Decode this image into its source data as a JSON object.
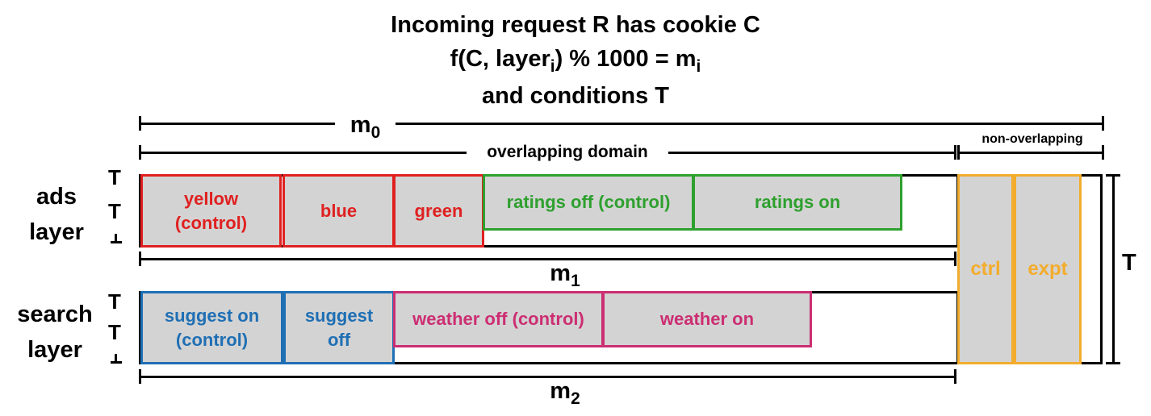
{
  "title": {
    "line1": "Incoming request R has cookie C",
    "line2_main": "f(C, layer",
    "line2_sub": "i",
    "line2_rest": ") % 1000 = m",
    "line2_sub2": "i",
    "line3": "and conditions T"
  },
  "spans": {
    "m0": {
      "base": "m",
      "sub": "0"
    },
    "m1": {
      "base": "m",
      "sub": "1"
    },
    "m2": {
      "base": "m",
      "sub": "2"
    },
    "overlapping": "overlapping domain",
    "non_overlapping": "non-overlapping",
    "t_right": "T"
  },
  "layers": {
    "ads": {
      "line1": "ads",
      "line2": "layer"
    },
    "search": {
      "line1": "search",
      "line2": "layer"
    }
  },
  "t_marks": [
    "T",
    "T",
    "T",
    "T"
  ],
  "ads_boxes": [
    {
      "label": "yellow\n(control)",
      "color": "#e02020"
    },
    {
      "label": "blue",
      "color": "#e02020"
    },
    {
      "label": "green",
      "color": "#e02020"
    },
    {
      "label": "ratings off (control)",
      "color": "#2ea02e"
    },
    {
      "label": "ratings on",
      "color": "#2ea02e"
    }
  ],
  "search_boxes": [
    {
      "label": "suggest on\n(control)",
      "color": "#1f6fb4"
    },
    {
      "label": "suggest\noff",
      "color": "#1f6fb4"
    },
    {
      "label": "weather off (control)",
      "color": "#cc2e72"
    },
    {
      "label": "weather on",
      "color": "#cc2e72"
    }
  ],
  "nonoverlap_boxes": [
    {
      "label": "ctrl",
      "color": "#f3ac2c"
    },
    {
      "label": "expt",
      "color": "#f3ac2c"
    }
  ]
}
